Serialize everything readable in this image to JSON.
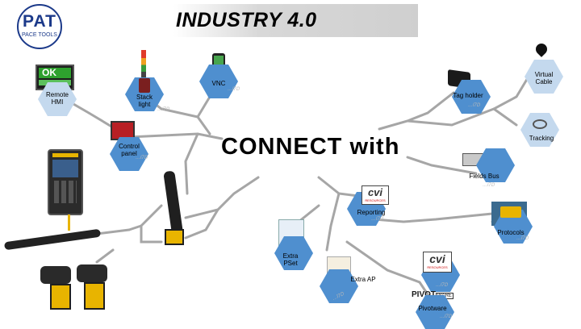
{
  "header": {
    "title": "INDUSTRY  4.0",
    "logo_main": "PAT",
    "logo_sub": "PACE TOOLS"
  },
  "headline": "CONNECT with",
  "screen": {
    "ok": "OK"
  },
  "nodes": {
    "remote_hmi": "Remote\nHMI",
    "stack_light": "Stack\nlight",
    "vnc": "VNC",
    "tag_holder": "Tag holder",
    "virtual_cable": "Virtual\nCable",
    "tracking": "Tracking",
    "control_panel": "Control\npanel",
    "fields_bus": "Fields Bus",
    "reporting": "Reporting",
    "protocols": "Protocols",
    "extra_pset": "Extra\nPSet",
    "extra_ap": "Extra AP",
    "pivotware": "Pivotware"
  },
  "logos": {
    "cvi": "cvi",
    "cvi_sub": "RESOURCES",
    "pivot": "PIVOT",
    "pivot_sub": "WARE"
  },
  "watermark": "…l7Ꭰ",
  "colors": {
    "hex": "#4f8fcf",
    "hex_pale": "#c4d9ee",
    "wire": "#a6a6a6",
    "tool_yellow": "#e8b400",
    "ok_green": "#2ea12e"
  }
}
